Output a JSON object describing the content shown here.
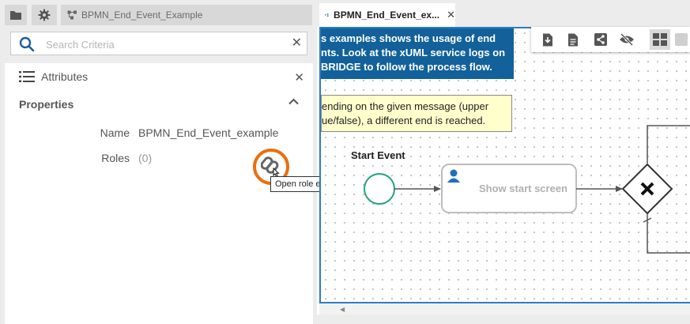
{
  "toolbar_left": {
    "folder_icon": "folder-icon",
    "gear_icon": "gear-icon",
    "project_icon": "process-icon",
    "project_name": "BPMN_End_Event_Example"
  },
  "search": {
    "placeholder": "Search Criteria",
    "value": "",
    "clear_label": "✕"
  },
  "attributes": {
    "title": "Attributes",
    "close_label": "✕",
    "section_title": "Properties",
    "name_label": "Name",
    "name_value": "BPMN_End_Event_example",
    "roles_label": "Roles",
    "roles_value": "(0)",
    "tooltip": "Open role editor"
  },
  "editor": {
    "tab_label": "BPMN_End_Event_ex...",
    "tab_close": "✕",
    "note_blue_lines": [
      "s examples shows the usage of end",
      "nts. Look at the xUML service logs on",
      "BRIDGE to follow the process flow."
    ],
    "note_yellow_lines": [
      "ending on the given message (upper",
      "ue/false), a different end is reached."
    ],
    "start_event_label": "Start Event",
    "task_label": "Show start screen"
  },
  "editor_toolbar": [
    {
      "name": "download-icon"
    },
    {
      "name": "document-icon"
    },
    {
      "name": "share-icon"
    },
    {
      "name": "hide-icon"
    },
    {
      "name": "layout-icon"
    },
    {
      "name": "more-icon"
    }
  ],
  "colors": {
    "accent": "#2c7cc4",
    "note_blue": "#12619a",
    "note_yellow": "#ffffcc",
    "highlight": "#e9700f",
    "start_event": "#22a37a",
    "user_icon": "#1f6fbf"
  }
}
